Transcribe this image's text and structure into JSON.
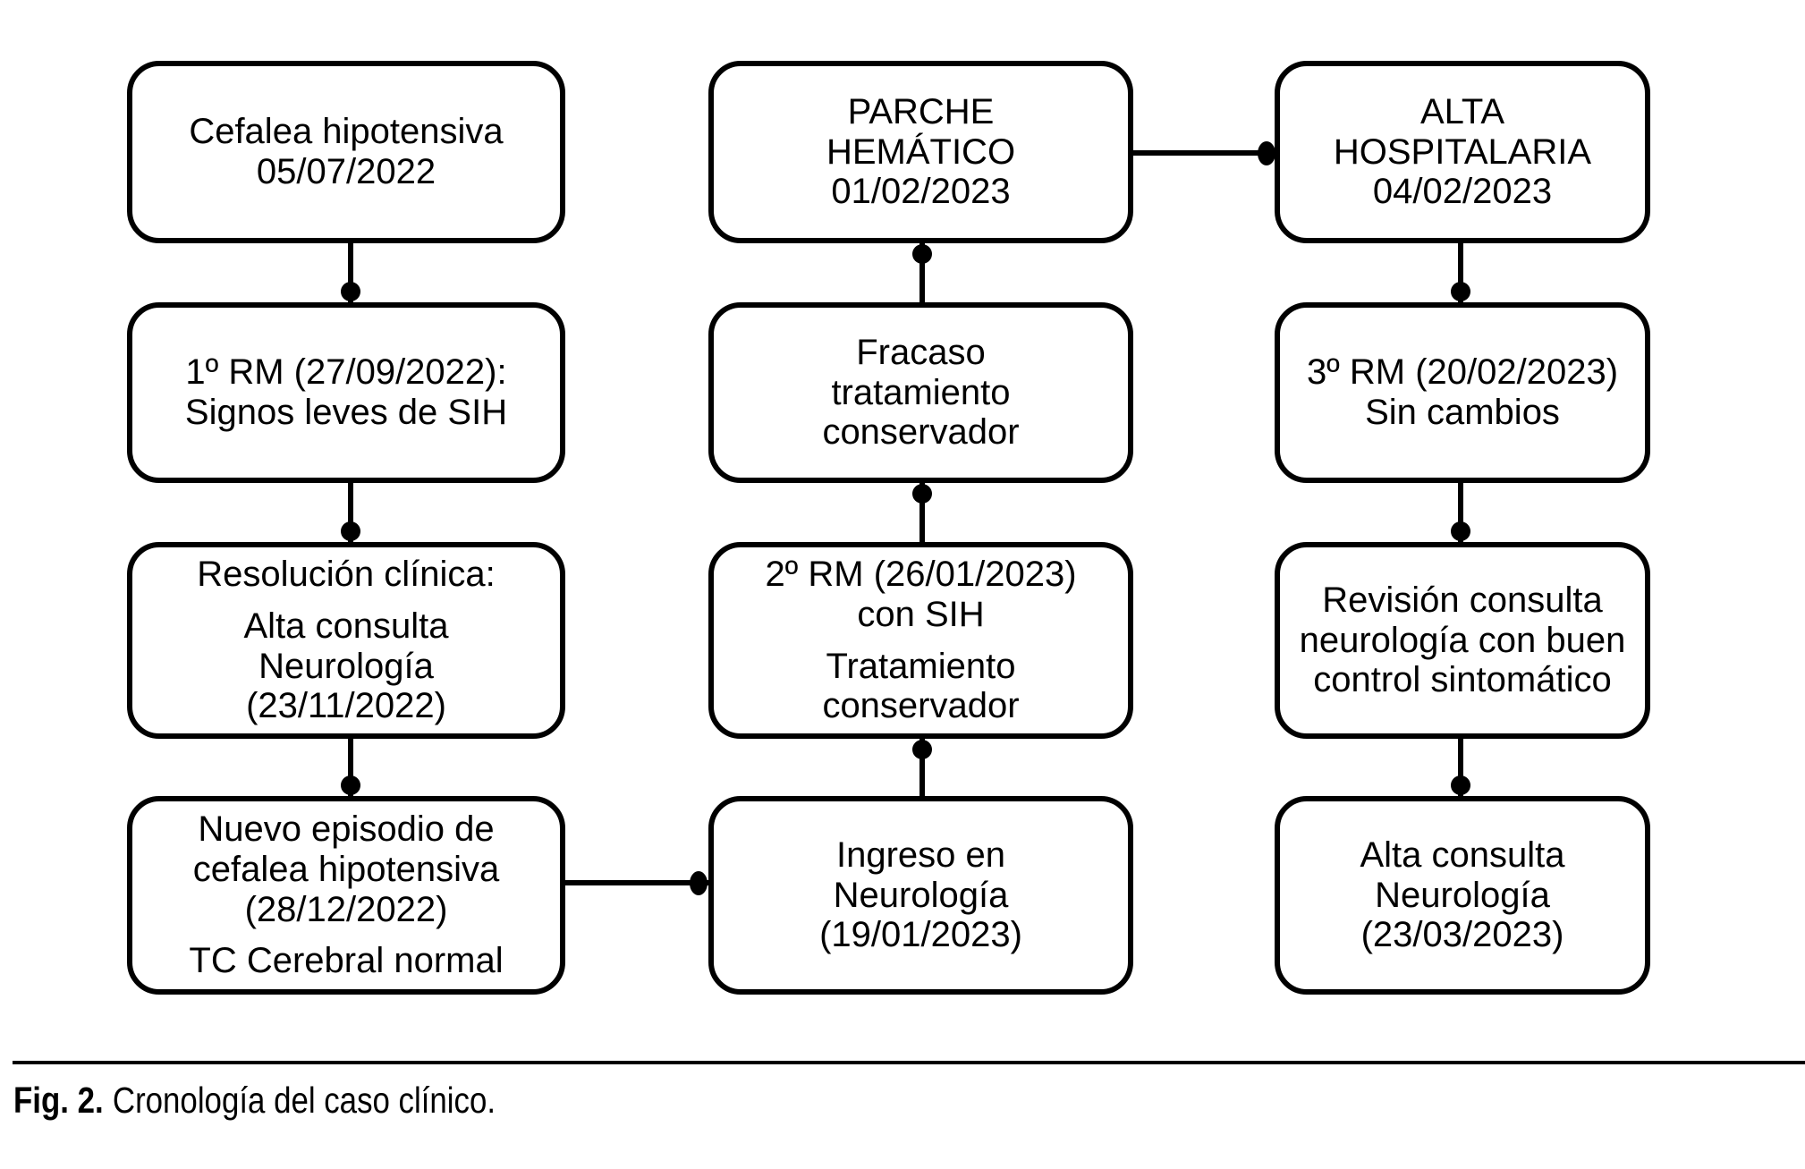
{
  "figure": {
    "caption_label": "Fig. 2.",
    "caption_text": "Cronología del caso clínico."
  },
  "colors": {
    "background": "#ffffff",
    "line": "#000000",
    "text": "#000000",
    "box_fill": "#ffffff"
  },
  "diagram": {
    "type": "flowchart-timeline",
    "columns": [
      {
        "boxes": [
          {
            "id": "cefalea-hipotensiva",
            "paragraphs": [
              "Cefalea hipotensiva\n05/07/2022"
            ]
          },
          {
            "id": "primera-rm",
            "paragraphs": [
              "1º RM (27/09/2022):\nSignos leves de SIH"
            ]
          },
          {
            "id": "resolucion-clinica",
            "paragraphs": [
              "Resolución clínica:",
              "Alta consulta\nNeurología\n(23/11/2022)"
            ]
          },
          {
            "id": "nuevo-episodio",
            "paragraphs": [
              "Nuevo episodio de\ncefalea hipotensiva\n(28/12/2022)",
              "TC Cerebral normal"
            ]
          }
        ]
      },
      {
        "boxes": [
          {
            "id": "parche-hematico",
            "paragraphs": [
              "PARCHE\nHEMÁTICO\n01/02/2023"
            ]
          },
          {
            "id": "fracaso-tratamiento",
            "paragraphs": [
              "Fracaso\ntratamiento\nconservador"
            ]
          },
          {
            "id": "segunda-rm",
            "paragraphs": [
              "2º RM (26/01/2023)\ncon SIH",
              "Tratamiento\nconservador"
            ]
          },
          {
            "id": "ingreso-neurologia",
            "paragraphs": [
              "Ingreso en\nNeurología\n(19/01/2023)"
            ]
          }
        ]
      },
      {
        "boxes": [
          {
            "id": "alta-hospitalaria",
            "paragraphs": [
              "ALTA\nHOSPITALARIA\n04/02/2023"
            ]
          },
          {
            "id": "tercera-rm",
            "paragraphs": [
              "3º RM (20/02/2023)\nSin cambios"
            ]
          },
          {
            "id": "revision-consulta",
            "paragraphs": [
              "Revisión consulta\nneurología con buen\ncontrol sintomático"
            ]
          },
          {
            "id": "alta-consulta-neurologia",
            "paragraphs": [
              "Alta consulta\nNeurología\n(23/03/2023)"
            ]
          }
        ]
      }
    ],
    "flow": [
      "Cefalea hipotensiva → 1º RM",
      "1º RM → Resolución clínica",
      "Resolución clínica → Nuevo episodio de cefalea hipotensiva",
      "Nuevo episodio de cefalea hipotensiva → Ingreso en Neurología",
      "Ingreso en Neurología → 2º RM",
      "2º RM → Fracaso tratamiento conservador",
      "Fracaso tratamiento conservador → Parche hemático",
      "Parche hemático → Alta hospitalaria",
      "Alta hospitalaria → 3º RM",
      "3º RM → Revisión consulta neurología",
      "Revisión consulta neurología → Alta consulta Neurología"
    ]
  }
}
